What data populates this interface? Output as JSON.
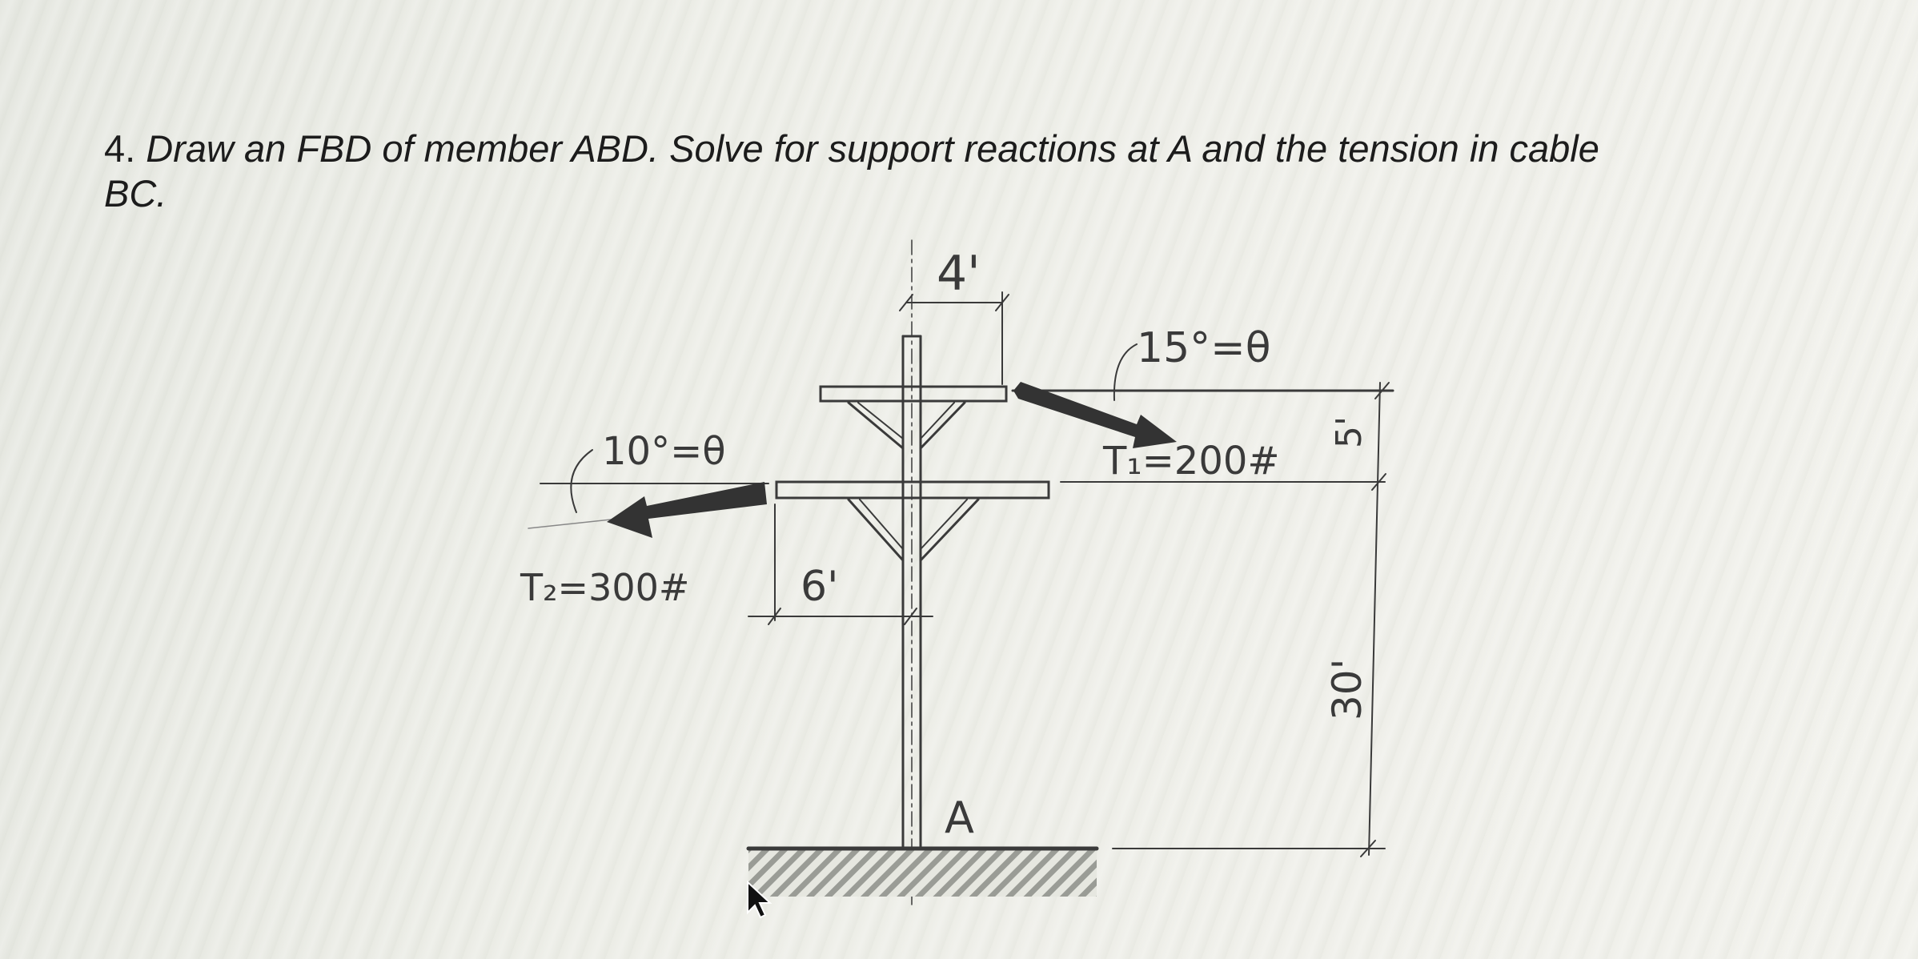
{
  "question": {
    "number": "4.",
    "text_line1": "Draw an FBD of member ABD. Solve for support reactions at A and the tension in cable",
    "text_line2": "BC."
  },
  "diagram": {
    "dim_top_width": "4'",
    "angle_upper": "15°=θ",
    "tension_upper": "T₁=200#",
    "dim_upper_gap": "5'",
    "angle_lower": "10°=θ",
    "tension_lower": "T₂=300#",
    "dim_lower_offset": "6'",
    "dim_height": "30'",
    "support_label": "A",
    "colors": {
      "ink": "#3a3a3a",
      "arrow": "#333333"
    }
  },
  "cursor": {
    "icon": "arrow-pointer-icon"
  }
}
